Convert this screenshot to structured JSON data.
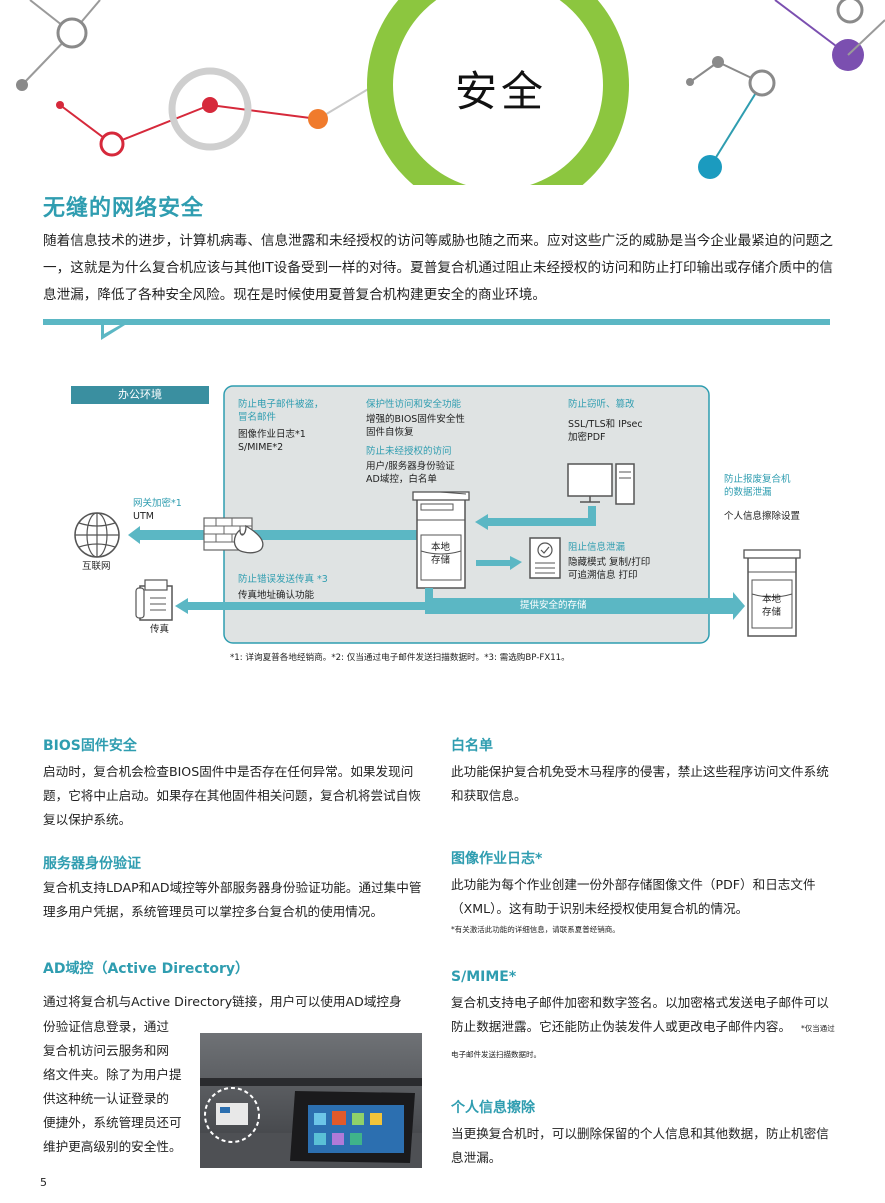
{
  "header": {
    "title": "安全"
  },
  "intro": {
    "title": "无缝的网络安全",
    "paragraph": "随着信息技术的进步，计算机病毒、信息泄露和未经授权的访问等威胁也随之而来。应对这些广泛的威胁是当今企业最紧迫的问题之一，这就是为什么复合机应该与其他IT设备受到一样的对待。夏普复合机通过阻止未经授权的访问和防止打印输出或存储介质中的信息泄漏，降低了各种安全风险。现在是时候使用夏普复合机构建更安全的商业环境。"
  },
  "diagram": {
    "office_label": "办公环境",
    "email_block": {
      "title": "防止电子邮件被盗，冒名邮件",
      "title_line1": "防止电子邮件被盗，",
      "title_line2": "冒名邮件",
      "item1": "图像作业日志*1",
      "item2": "S/MIME*2"
    },
    "protect_block": {
      "title": "保护性访问和安全功能",
      "item1": "增强的BIOS固件安全性",
      "item2": "固件自恢复"
    },
    "unauth_block": {
      "title": "防止未经授权的访问",
      "item1": "用户/服务器身份验证",
      "item2": "AD域控，白名单"
    },
    "tamper_block": {
      "title": "防止窃听、篡改",
      "item1": "SSL/TLS和 IPsec",
      "item2": "加密PDF"
    },
    "gateway_block": {
      "title": "网关加密*1",
      "item1": "UTM"
    },
    "internet_label": "互联网",
    "local_storage": "本地存储",
    "local_storage_l1": "本地",
    "local_storage_l2": "存储",
    "leak_block": {
      "title": "阻止信息泄漏",
      "item1": "隐藏模式 复制/打印",
      "item2": "可追溯信息 打印"
    },
    "disposal_block": {
      "title_line1": "防止报废复合机",
      "title_line2": "的数据泄漏",
      "item1": "个人信息擦除设置"
    },
    "fax_block": {
      "title": "防止错误发送传真 *3",
      "item1": "传真地址确认功能"
    },
    "fax_label": "传真",
    "secure_storage": "提供安全的存储",
    "footnote": "*1: 详询夏普各地经销商。*2: 仅当通过电子邮件发送扫描数据时。*3: 需选购BP-FX11。"
  },
  "sections": {
    "bios": {
      "title": "BIOS固件安全",
      "text": "启动时，复合机会检查BIOS固件中是否存在任何异常。如果发现问题，它将中止启动。如果存在其他固件相关问题，复合机将尝试自恢复以保护系统。"
    },
    "server_auth": {
      "title": "服务器身份验证",
      "text": "复合机支持LDAP和AD域控等外部服务器身份验证功能。通过集中管理多用户凭据，系统管理员可以掌控多台复合机的使用情况。"
    },
    "ad": {
      "title": "AD域控（Active Directory）",
      "text_line1": "通过将复合机与Active Directory链接，用户可以使用AD域控身",
      "text_rest": [
        "份验证信息登录，通过",
        "复合机访问云服务和网",
        "络文件夹。除了为用户提",
        "供这种统一认证登录的",
        "便捷外，系统管理员还可",
        "维护更高级别的安全性。"
      ]
    },
    "whitelist": {
      "title": "白名单",
      "text": "此功能保护复合机免受木马程序的侵害，禁止这些程序访问文件系统和获取信息。"
    },
    "image_log": {
      "title": "图像作业日志*",
      "text": "此功能为每个作业创建一份外部存储图像文件（PDF）和日志文件（XML）。这有助于识别未经授权使用复合机的情况。",
      "note": "*有关激活此功能的详细信息，请联系夏普经销商。"
    },
    "smime": {
      "title": "S/MIME*",
      "text": "复合机支持电子邮件加密和数字签名。以加密格式发送电子邮件可以防止数据泄露。它还能防止伪装发件人或更改电子邮件内容。",
      "note": "*仅当通过电子邮件发送扫描数据时。"
    },
    "erase": {
      "title": "个人信息擦除",
      "text": "当更换复合机时，可以删除保留的个人信息和其他数据，防止机密信息泄漏。"
    }
  },
  "page_number": "5",
  "colors": {
    "teal": "#2f9db0",
    "diagram_bg": "#dfe3e3",
    "banner": "#5bb7c4",
    "header_ring": "#8cc63f",
    "purple": "#7b4fb0",
    "red": "#d6293b",
    "orange": "#f07b2c"
  }
}
